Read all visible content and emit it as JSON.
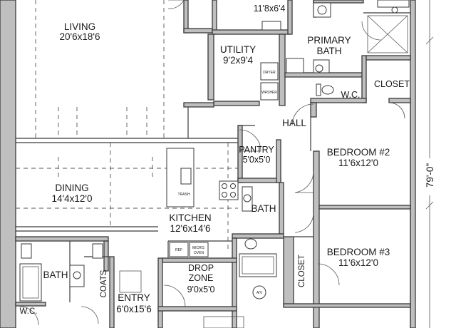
{
  "rooms": {
    "top_room": {
      "dims": "11'8x6'4"
    },
    "living": {
      "name": "LIVING",
      "dims": "20'6x18'6"
    },
    "utility": {
      "name": "UTILITY",
      "dims": "9'2x9'4"
    },
    "primary_bath": {
      "name_line1": "PRIMARY",
      "name_line2": "BATH"
    },
    "closet_top": {
      "name": "CLOSET"
    },
    "wc_top": {
      "name": "W.C."
    },
    "hall": {
      "name": "HALL"
    },
    "pantry": {
      "name": "PANTRY",
      "dims": "5'0x5'0"
    },
    "bedroom2": {
      "name": "BEDROOM #2",
      "dims": "11'6x12'0"
    },
    "dining": {
      "name": "DINING",
      "dims": "14'4x12'0"
    },
    "bath_mid": {
      "name": "BATH"
    },
    "kitchen": {
      "name": "KITCHEN",
      "dims": "12'6x14'6"
    },
    "bedroom3": {
      "name": "BEDROOM #3",
      "dims": "11'6x12'0"
    },
    "closet_mid": {
      "name": "CLOSET"
    },
    "drop_zone": {
      "name_line1": "DROP",
      "name_line2": "ZONE",
      "dims": "9'0x5'0"
    },
    "bath_low": {
      "name": "BATH"
    },
    "coats": {
      "name": "COATS"
    },
    "entry": {
      "name": "ENTRY",
      "dims": "6'0x15'6"
    },
    "wc_low": {
      "name": "W.C."
    }
  },
  "fixtures": {
    "trash": "TRASH",
    "ref": "REF",
    "micro_oven_line1": "MICRO.",
    "micro_oven_line2": "OVEN",
    "dryer": "DRYER",
    "washer": "WASHER",
    "av": "A/V"
  },
  "dimension": {
    "overall_depth": "79'-0\""
  },
  "colors": {
    "wall_fill": "#bfbfbf",
    "line": "#3a3a3a",
    "background": "#ffffff"
  }
}
